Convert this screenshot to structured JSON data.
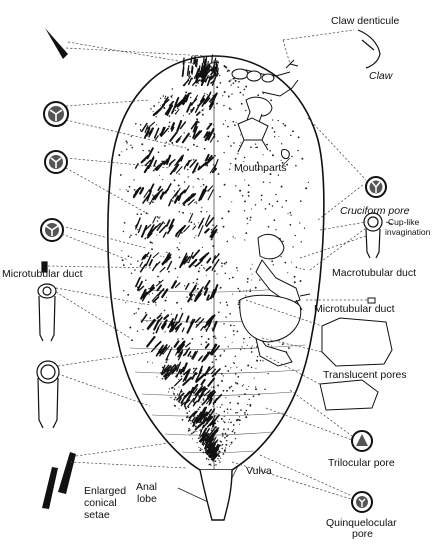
{
  "labels": {
    "claw_denticule": "Claw denticule",
    "claw": "Claw",
    "mouthparts": "Mouthparts",
    "cruciform_pore": "Cruciform pore",
    "cup_like_1": "Cup-like",
    "cup_like_2": "invagination",
    "microtubular_duct_left": "Microtubular duct",
    "macrotubular_duct": "Macrotubular duct",
    "microtubular_duct_right": "Microtubular duct",
    "translucent_pores": "Translucent pores",
    "vulva": "Vulva",
    "anal_lobe_1": "Anal",
    "anal_lobe_2": "lobe",
    "trilocular_pore": "Trilocular pore",
    "enlarged_1": "Enlarged",
    "enlarged_2": "conical",
    "enlarged_3": "setae",
    "quinquelocular_1": "Quinquelocular",
    "quinquelocular_2": "pore"
  },
  "colors": {
    "ink": "#111111",
    "leader": "#444444",
    "paper": "#ffffff"
  }
}
